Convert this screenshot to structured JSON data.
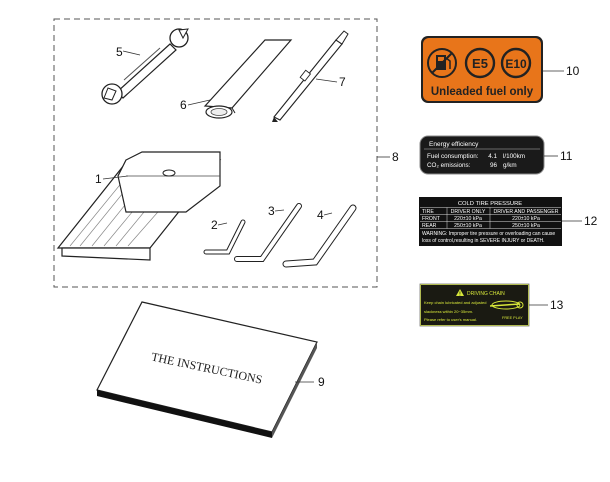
{
  "callouts": {
    "n1": "1",
    "n2": "2",
    "n3": "3",
    "n4": "4",
    "n5": "5",
    "n6": "6",
    "n7": "7",
    "n8": "8",
    "n9": "9",
    "n10": "10",
    "n11": "11",
    "n12": "12",
    "n13": "13"
  },
  "book": {
    "title": "THE INSTRUCTIONS"
  },
  "fuel_label": {
    "icon": "fuel-pump-no-leaded-icon",
    "badge_e5": "E5",
    "badge_e10": "E10",
    "text": "Unleaded fuel only",
    "color": "#e8751a"
  },
  "energy_label": {
    "title": "Energy efficiency",
    "consumption_label": "Fuel consumption:",
    "consumption_value": "4.1",
    "consumption_unit": "l/100km",
    "co2_label": "CO₂ emissions:",
    "co2_value": "96",
    "co2_unit": "g/km"
  },
  "tire_label": {
    "title": "COLD TIRE PRESSURE",
    "headers": [
      "TIRE",
      "DRIVER ONLY",
      "DRIVER AND PASSENGER"
    ],
    "rows": [
      [
        "FRONT",
        "220±10 kPa",
        "220±10 kPa"
      ],
      [
        "REAR",
        "250±10 kPa",
        "250±10 kPa"
      ]
    ],
    "warning_1": "WARNING: Improper tire pressure or overloading can cause",
    "warning_2": "loss of control,resulting in SEVERE INJURY or DEATH."
  },
  "chain_label": {
    "title": "DRIVING CHAIN",
    "line1": "Keep chain lubricated and adjusted",
    "line2": "slackness within 20~35mm.",
    "line3": "Please refer to user's manual.",
    "tag": "FREE PLAY",
    "color": "#d8e83a"
  }
}
